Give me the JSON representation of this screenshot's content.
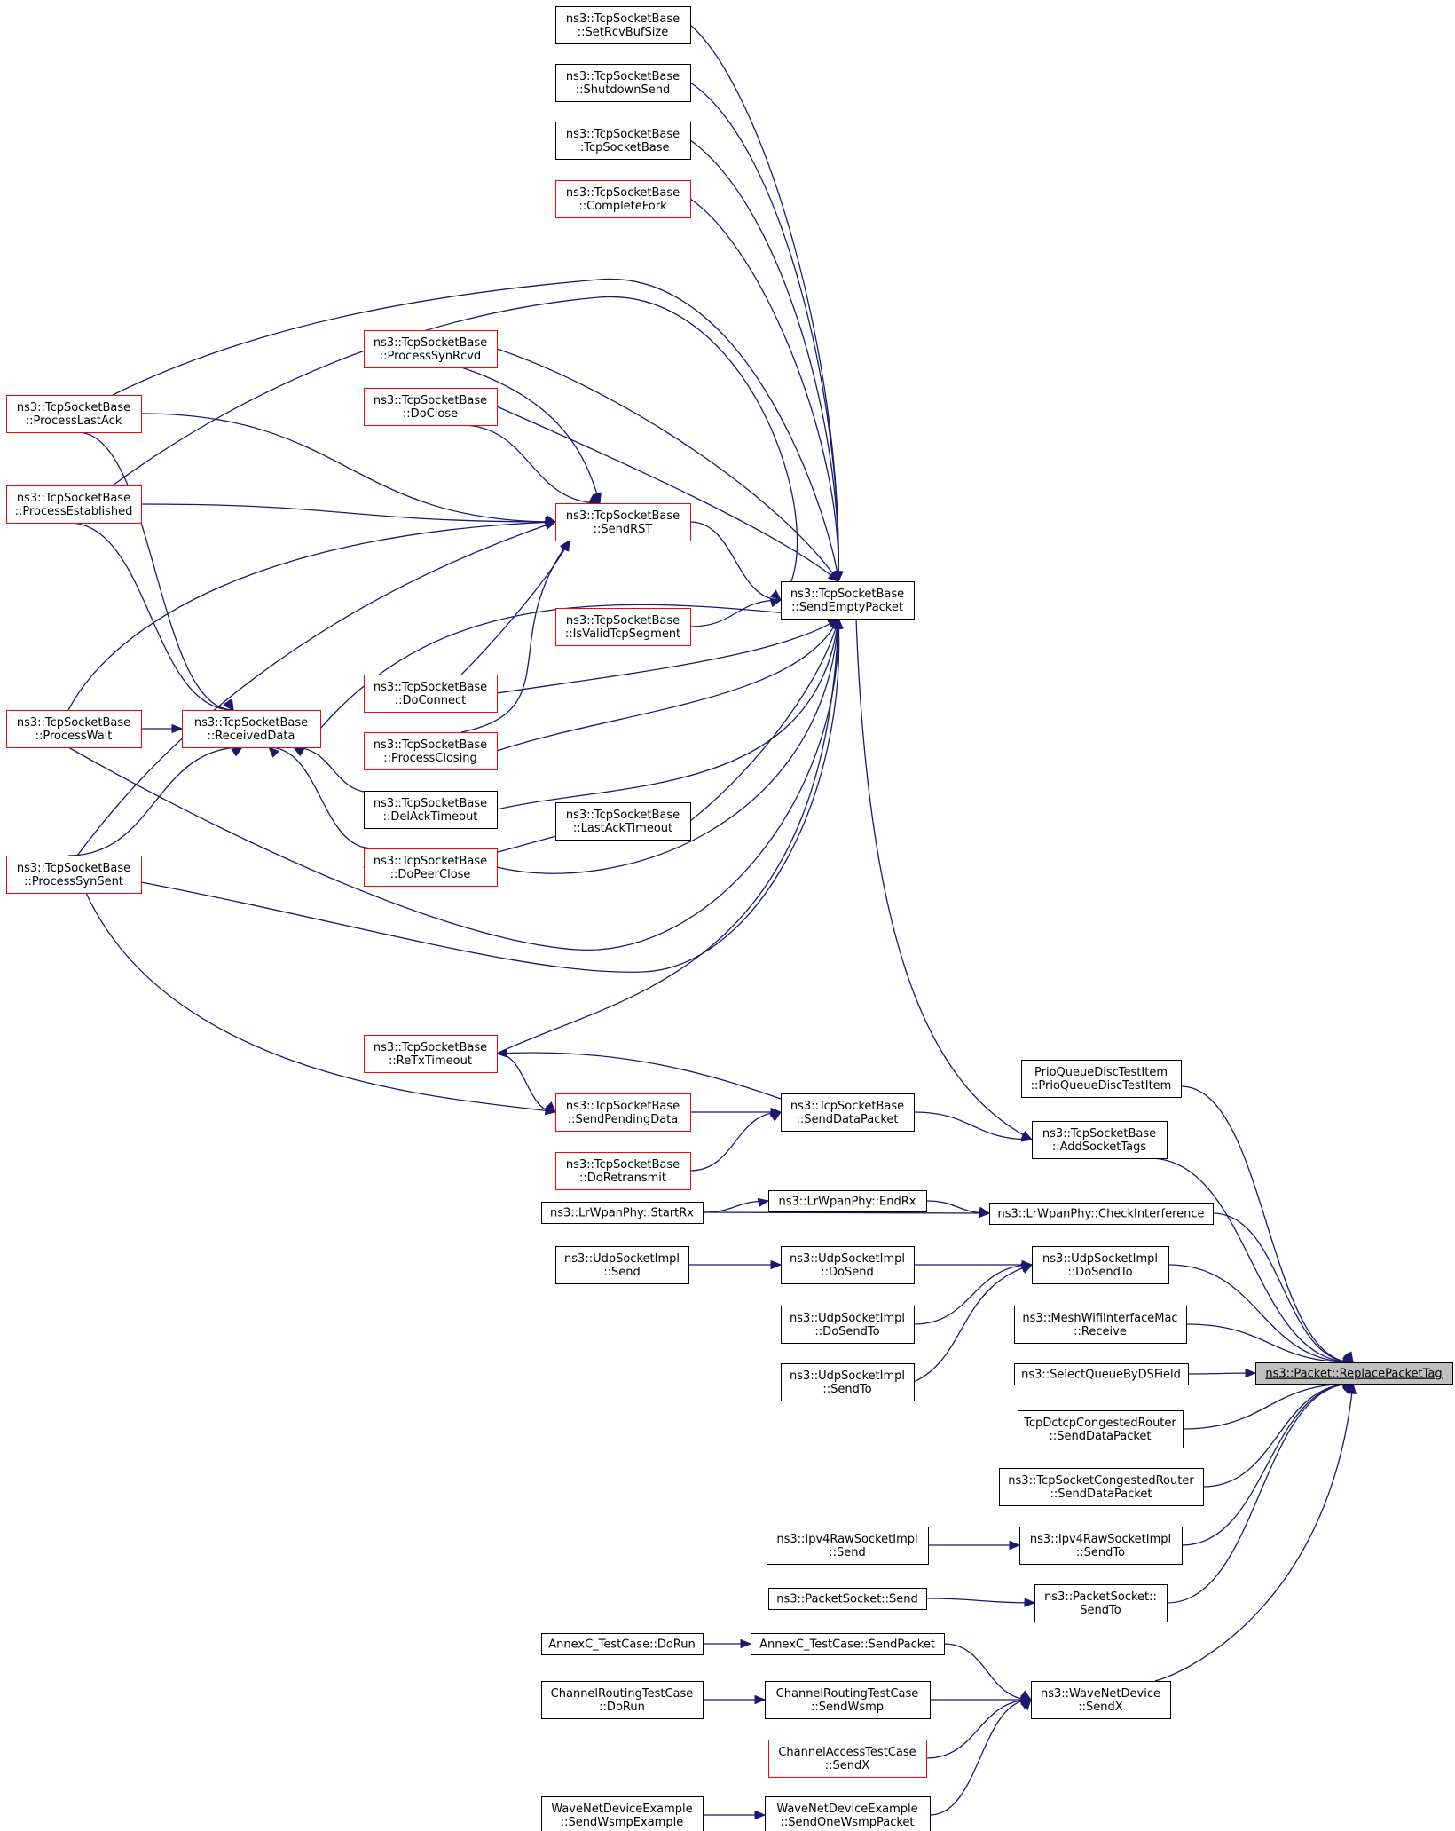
{
  "diagram": {
    "colors": {
      "edge": "#191970",
      "border_normal": "#000000",
      "border_truncated": "#ff0000",
      "fill_normal": "#ffffff",
      "fill_focus": "#bfbfbf",
      "text": "#000000"
    },
    "nodes": [
      {
        "id": "replace",
        "lines": [
          "ns3::Packet::ReplacePacketTag"
        ],
        "style": "focus"
      },
      {
        "id": "addSocketTags",
        "lines": [
          "ns3::TcpSocketBase",
          "::AddSocketTags"
        ],
        "style": "normal"
      },
      {
        "id": "checkInterference",
        "lines": [
          "ns3::LrWpanPhy::CheckInterference"
        ],
        "style": "normal"
      },
      {
        "id": "udpDoSendTo",
        "lines": [
          "ns3::UdpSocketImpl",
          "::DoSendTo"
        ],
        "style": "normal"
      },
      {
        "id": "meshReceive",
        "lines": [
          "ns3::MeshWifiInterfaceMac",
          "::Receive"
        ],
        "style": "normal"
      },
      {
        "id": "selectQueue",
        "lines": [
          "ns3::SelectQueueByDSField"
        ],
        "style": "normal"
      },
      {
        "id": "dctcpSendData",
        "lines": [
          "TcpDctcpCongestedRouter",
          "::SendDataPacket"
        ],
        "style": "normal"
      },
      {
        "id": "congestedSendData",
        "lines": [
          "ns3::TcpSocketCongestedRouter",
          "::SendDataPacket"
        ],
        "style": "normal"
      },
      {
        "id": "ipv4RawSendTo",
        "lines": [
          "ns3::Ipv4RawSocketImpl",
          "::SendTo"
        ],
        "style": "normal"
      },
      {
        "id": "packetSocketSendTo",
        "lines": [
          "ns3::PacketSocket::",
          "SendTo"
        ],
        "style": "normal"
      },
      {
        "id": "waveSendX",
        "lines": [
          "ns3::WaveNetDevice",
          "::SendX"
        ],
        "style": "normal"
      },
      {
        "id": "prioQueue",
        "lines": [
          "PrioQueueDiscTestItem",
          "::PrioQueueDiscTestItem"
        ],
        "style": "normal"
      },
      {
        "id": "sendEmptyPacket",
        "lines": [
          "ns3::TcpSocketBase",
          "::SendEmptyPacket"
        ],
        "style": "normal"
      },
      {
        "id": "tcpSendDataPacket",
        "lines": [
          "ns3::TcpSocketBase",
          "::SendDataPacket"
        ],
        "style": "normal"
      },
      {
        "id": "endRx",
        "lines": [
          "ns3::LrWpanPhy::EndRx"
        ],
        "style": "normal"
      },
      {
        "id": "startRx",
        "lines": [
          "ns3::LrWpanPhy::StartRx"
        ],
        "style": "normal"
      },
      {
        "id": "udpDoSend",
        "lines": [
          "ns3::UdpSocketImpl",
          "::DoSend"
        ],
        "style": "normal"
      },
      {
        "id": "udpDoSendTo2",
        "lines": [
          "ns3::UdpSocketImpl",
          "::DoSendTo"
        ],
        "style": "normal"
      },
      {
        "id": "udpSendTo",
        "lines": [
          "ns3::UdpSocketImpl",
          "::SendTo"
        ],
        "style": "normal"
      },
      {
        "id": "udpSend",
        "lines": [
          "ns3::UdpSocketImpl",
          "::Send"
        ],
        "style": "normal"
      },
      {
        "id": "ipv4RawSend",
        "lines": [
          "ns3::Ipv4RawSocketImpl",
          "::Send"
        ],
        "style": "normal"
      },
      {
        "id": "packetSocketSend",
        "lines": [
          "ns3::PacketSocket::Send"
        ],
        "style": "normal"
      },
      {
        "id": "annexSendPacket",
        "lines": [
          "AnnexC_TestCase::SendPacket"
        ],
        "style": "normal"
      },
      {
        "id": "annexDoRun",
        "lines": [
          "AnnexC_TestCase::DoRun"
        ],
        "style": "normal"
      },
      {
        "id": "chanRoutingSendWsmp",
        "lines": [
          "ChannelRoutingTestCase",
          "::SendWsmp"
        ],
        "style": "normal"
      },
      {
        "id": "chanRoutingDoRun",
        "lines": [
          "ChannelRoutingTestCase",
          "::DoRun"
        ],
        "style": "normal"
      },
      {
        "id": "chanAccessSendX",
        "lines": [
          "ChannelAccessTestCase",
          "::SendX"
        ],
        "style": "truncated"
      },
      {
        "id": "waveSendOne",
        "lines": [
          "WaveNetDeviceExample",
          "::SendOneWsmpPacket"
        ],
        "style": "normal"
      },
      {
        "id": "waveSendWsmp",
        "lines": [
          "WaveNetDeviceExample",
          "::SendWsmpExample"
        ],
        "style": "normal"
      },
      {
        "id": "setRcvBuf",
        "lines": [
          "ns3::TcpSocketBase",
          "::SetRcvBufSize"
        ],
        "style": "normal"
      },
      {
        "id": "shutdownSend",
        "lines": [
          "ns3::TcpSocketBase",
          "::ShutdownSend"
        ],
        "style": "normal"
      },
      {
        "id": "tcpCtor",
        "lines": [
          "ns3::TcpSocketBase",
          "::TcpSocketBase"
        ],
        "style": "normal"
      },
      {
        "id": "completeFork",
        "lines": [
          "ns3::TcpSocketBase",
          "::CompleteFork"
        ],
        "style": "truncated"
      },
      {
        "id": "processSynRcvd",
        "lines": [
          "ns3::TcpSocketBase",
          "::ProcessSynRcvd"
        ],
        "style": "truncated"
      },
      {
        "id": "doClose",
        "lines": [
          "ns3::TcpSocketBase",
          "::DoClose"
        ],
        "style": "truncated"
      },
      {
        "id": "sendRST",
        "lines": [
          "ns3::TcpSocketBase",
          "::SendRST"
        ],
        "style": "truncated"
      },
      {
        "id": "isValid",
        "lines": [
          "ns3::TcpSocketBase",
          "::IsValidTcpSegment"
        ],
        "style": "truncated"
      },
      {
        "id": "doConnect",
        "lines": [
          "ns3::TcpSocketBase",
          "::DoConnect"
        ],
        "style": "truncated"
      },
      {
        "id": "processClosing",
        "lines": [
          "ns3::TcpSocketBase",
          "::ProcessClosing"
        ],
        "style": "truncated"
      },
      {
        "id": "delAck",
        "lines": [
          "ns3::TcpSocketBase",
          "::DelAckTimeout"
        ],
        "style": "normal"
      },
      {
        "id": "lastAckTimeout",
        "lines": [
          "ns3::TcpSocketBase",
          "::LastAckTimeout"
        ],
        "style": "normal"
      },
      {
        "id": "doPeerClose",
        "lines": [
          "ns3::TcpSocketBase",
          "::DoPeerClose"
        ],
        "style": "truncated"
      },
      {
        "id": "reTx",
        "lines": [
          "ns3::TcpSocketBase",
          "::ReTxTimeout"
        ],
        "style": "truncated"
      },
      {
        "id": "sendPending",
        "lines": [
          "ns3::TcpSocketBase",
          "::SendPendingData"
        ],
        "style": "truncated"
      },
      {
        "id": "doRetransmit",
        "lines": [
          "ns3::TcpSocketBase",
          "::DoRetransmit"
        ],
        "style": "truncated"
      },
      {
        "id": "receivedData",
        "lines": [
          "ns3::TcpSocketBase",
          "::ReceivedData"
        ],
        "style": "truncated"
      },
      {
        "id": "processLastAck",
        "lines": [
          "ns3::TcpSocketBase",
          "::ProcessLastAck"
        ],
        "style": "truncated"
      },
      {
        "id": "processEstablished",
        "lines": [
          "ns3::TcpSocketBase",
          "::ProcessEstablished"
        ],
        "style": "truncated"
      },
      {
        "id": "processWait",
        "lines": [
          "ns3::TcpSocketBase",
          "::ProcessWait"
        ],
        "style": "truncated"
      },
      {
        "id": "processSynSent",
        "lines": [
          "ns3::TcpSocketBase",
          "::ProcessSynSent"
        ],
        "style": "truncated"
      }
    ],
    "edges": [
      {
        "from": "addSocketTags",
        "to": "replace"
      },
      {
        "from": "checkInterference",
        "to": "replace"
      },
      {
        "from": "udpDoSendTo",
        "to": "replace"
      },
      {
        "from": "meshReceive",
        "to": "replace"
      },
      {
        "from": "selectQueue",
        "to": "replace"
      },
      {
        "from": "dctcpSendData",
        "to": "replace"
      },
      {
        "from": "congestedSendData",
        "to": "replace"
      },
      {
        "from": "ipv4RawSendTo",
        "to": "replace"
      },
      {
        "from": "packetSocketSendTo",
        "to": "replace"
      },
      {
        "from": "waveSendX",
        "to": "replace"
      },
      {
        "from": "prioQueue",
        "to": "replace"
      },
      {
        "from": "sendEmptyPacket",
        "to": "addSocketTags"
      },
      {
        "from": "tcpSendDataPacket",
        "to": "addSocketTags"
      },
      {
        "from": "endRx",
        "to": "checkInterference"
      },
      {
        "from": "startRx",
        "to": "checkInterference"
      },
      {
        "from": "startRx",
        "to": "endRx"
      },
      {
        "from": "udpDoSend",
        "to": "udpDoSendTo"
      },
      {
        "from": "udpDoSendTo2",
        "to": "udpDoSendTo"
      },
      {
        "from": "udpSendTo",
        "to": "udpDoSendTo"
      },
      {
        "from": "udpSend",
        "to": "udpDoSend"
      },
      {
        "from": "ipv4RawSend",
        "to": "ipv4RawSendTo"
      },
      {
        "from": "packetSocketSend",
        "to": "packetSocketSendTo"
      },
      {
        "from": "annexSendPacket",
        "to": "waveSendX"
      },
      {
        "from": "chanRoutingSendWsmp",
        "to": "waveSendX"
      },
      {
        "from": "chanAccessSendX",
        "to": "waveSendX"
      },
      {
        "from": "waveSendOne",
        "to": "waveSendX"
      },
      {
        "from": "annexDoRun",
        "to": "annexSendPacket"
      },
      {
        "from": "chanRoutingDoRun",
        "to": "chanRoutingSendWsmp"
      },
      {
        "from": "waveSendWsmp",
        "to": "waveSendOne"
      },
      {
        "from": "setRcvBuf",
        "to": "sendEmptyPacket"
      },
      {
        "from": "shutdownSend",
        "to": "sendEmptyPacket"
      },
      {
        "from": "tcpCtor",
        "to": "sendEmptyPacket"
      },
      {
        "from": "completeFork",
        "to": "sendEmptyPacket"
      },
      {
        "from": "processSynRcvd",
        "to": "sendEmptyPacket"
      },
      {
        "from": "doClose",
        "to": "sendEmptyPacket"
      },
      {
        "from": "sendRST",
        "to": "sendEmptyPacket"
      },
      {
        "from": "isValid",
        "to": "sendEmptyPacket"
      },
      {
        "from": "doConnect",
        "to": "sendEmptyPacket"
      },
      {
        "from": "processClosing",
        "to": "sendEmptyPacket"
      },
      {
        "from": "delAck",
        "to": "sendEmptyPacket"
      },
      {
        "from": "lastAckTimeout",
        "to": "sendEmptyPacket"
      },
      {
        "from": "doPeerClose",
        "to": "sendEmptyPacket"
      },
      {
        "from": "receivedData",
        "to": "sendEmptyPacket"
      },
      {
        "from": "processLastAck",
        "to": "sendEmptyPacket"
      },
      {
        "from": "processEstablished",
        "to": "sendEmptyPacket"
      },
      {
        "from": "processWait",
        "to": "sendEmptyPacket"
      },
      {
        "from": "processSynSent",
        "to": "sendEmptyPacket"
      },
      {
        "from": "reTx",
        "to": "sendEmptyPacket"
      },
      {
        "from": "tcpSendDataPacket",
        "to": "reTx"
      },
      {
        "from": "sendPending",
        "to": "tcpSendDataPacket"
      },
      {
        "from": "doRetransmit",
        "to": "tcpSendDataPacket"
      },
      {
        "from": "processSynSent",
        "to": "sendPending"
      },
      {
        "from": "reTx",
        "to": "sendPending"
      },
      {
        "from": "processSynRcvd",
        "to": "sendRST"
      },
      {
        "from": "doClose",
        "to": "sendRST"
      },
      {
        "from": "doConnect",
        "to": "sendRST"
      },
      {
        "from": "processClosing",
        "to": "sendRST"
      },
      {
        "from": "processLastAck",
        "to": "sendRST"
      },
      {
        "from": "processEstablished",
        "to": "sendRST"
      },
      {
        "from": "processWait",
        "to": "sendRST"
      },
      {
        "from": "processSynSent",
        "to": "sendRST"
      },
      {
        "from": "delAck",
        "to": "receivedData"
      },
      {
        "from": "doPeerClose",
        "to": "receivedData"
      },
      {
        "from": "lastAckTimeout",
        "to": "doPeerClose"
      },
      {
        "from": "processLastAck",
        "to": "receivedData"
      },
      {
        "from": "processEstablished",
        "to": "receivedData"
      },
      {
        "from": "processWait",
        "to": "receivedData"
      },
      {
        "from": "processSynSent",
        "to": "receivedData"
      }
    ]
  }
}
